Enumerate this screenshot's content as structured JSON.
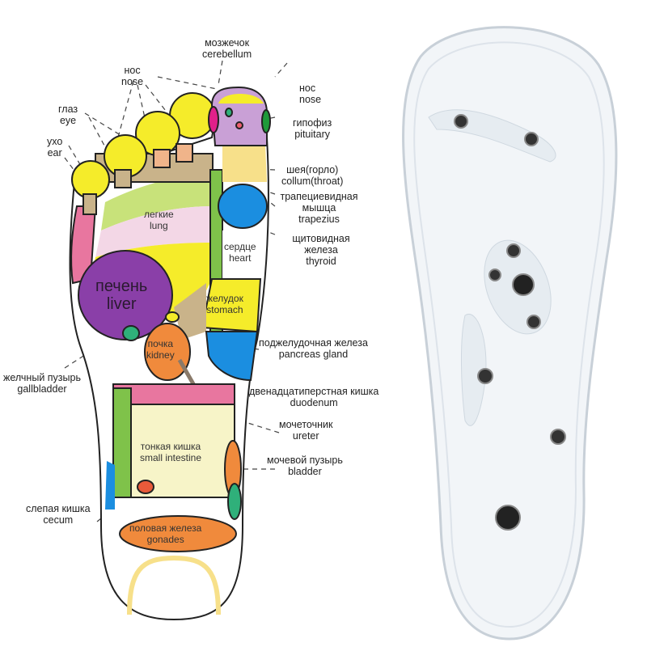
{
  "title": "Foot reflexology map and magnetic massage insole",
  "colors": {
    "yellow": "#f5ec2a",
    "purple": "#8a3fa8",
    "lilac": "#c9a0d6",
    "orange": "#f08a3c",
    "green": "#7fc24a",
    "lightgreen": "#c8e27a",
    "pink": "#e8769f",
    "lightpink": "#f3d7e6",
    "blue": "#1b8ee0",
    "tan": "#c9b38a",
    "cream": "#f7f4c8",
    "lightyellow": "#f7e08a"
  },
  "outer_labels": [
    {
      "ru": "мозжечок",
      "en": "cerebellum"
    },
    {
      "ru": "нос",
      "en": "nose"
    },
    {
      "ru": "нос",
      "en": "nose"
    },
    {
      "ru": "глаз",
      "en": "eye"
    },
    {
      "ru": "ухо",
      "en": "ear"
    },
    {
      "ru": "гипофиз",
      "en": "pituitary"
    },
    {
      "ru": "шея(горло)",
      "en": "collum(throat)"
    },
    {
      "ru": "трапециевидная мышца",
      "en": "trapezius"
    },
    {
      "ru": "щитовидная железа",
      "en": "thyroid"
    },
    {
      "ru": "поджелудочная железа",
      "en": "pancreas gland"
    },
    {
      "ru": "желчный пузырь",
      "en": "gallbladder"
    },
    {
      "ru": "двенадцатиперстная кишка",
      "en": "duodenum"
    },
    {
      "ru": "мочеточник",
      "en": "ureter"
    },
    {
      "ru": "мочевой пузырь",
      "en": "bladder"
    },
    {
      "ru": "слепая кишка",
      "en": "cecum"
    }
  ],
  "inner_labels": {
    "lung": {
      "ru": "легкие",
      "en": "lung"
    },
    "heart": {
      "ru": "сердце",
      "en": "heart"
    },
    "liver": {
      "ru": "печень",
      "en": "liver"
    },
    "stomach": {
      "ru": "желудок",
      "en": "stomach"
    },
    "kidney": {
      "ru": "почка",
      "en": "kidney"
    },
    "small_intestine": {
      "ru": "тонкая кишка",
      "en": "small intestine"
    },
    "gonades": {
      "ru": "половая железа",
      "en": "gonades"
    }
  }
}
